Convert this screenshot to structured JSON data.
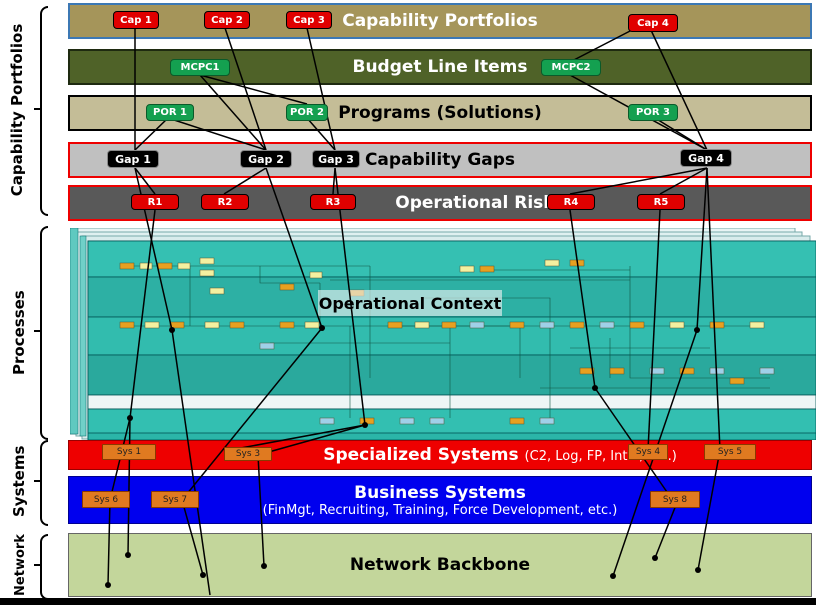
{
  "side_labels": {
    "capability": "Capability Portfolios",
    "processes": "Processes",
    "systems": "Systems",
    "network": "Network"
  },
  "bands": {
    "capability_portfolios": "Capability Portfolios",
    "budget_line_items": "Budget Line Items",
    "programs": "Programs (Solutions)",
    "capability_gaps": "Capability Gaps",
    "operational_risks": "Operational Risks",
    "operational_context": "Operational Context",
    "specialized_systems": "Specialized Systems",
    "specialized_systems_sub": "(C2, Log, FP, Intel, etc.)",
    "business_systems": "Business Systems",
    "business_systems_sub": "(FinMgt, Recruiting, Training, Force Development, etc.)",
    "network_backbone": "Network Backbone"
  },
  "tags": {
    "cap1": "Cap 1",
    "cap2": "Cap 2",
    "cap3": "Cap 3",
    "cap4": "Cap 4",
    "mcpc1": "MCPC1",
    "mcpc2": "MCPC2",
    "por1": "POR 1",
    "por2": "POR 2",
    "por3": "POR 3",
    "gap1": "Gap 1",
    "gap2": "Gap 2",
    "gap3": "Gap 3",
    "gap4": "Gap 4",
    "r1": "R1",
    "r2": "R2",
    "r3": "R3",
    "r4": "R4",
    "r5": "R5",
    "sys1": "Sys 1",
    "sys3": "Sys 3",
    "sys4": "Sys 4",
    "sys5": "Sys 5",
    "sys6": "Sys 6",
    "sys7": "Sys 7",
    "sys8": "Sys 8"
  },
  "colors": {
    "capability_band": "#a5955a",
    "budget_band": "#4f6228",
    "programs_band": "#c4bd97",
    "gaps_band": "#c0c0c0",
    "risks_band": "#595959",
    "process_teal": "#2bb5a8",
    "specialized_band": "#ee0000",
    "business_band": "#0000ee",
    "network_band": "#c3d69b"
  }
}
